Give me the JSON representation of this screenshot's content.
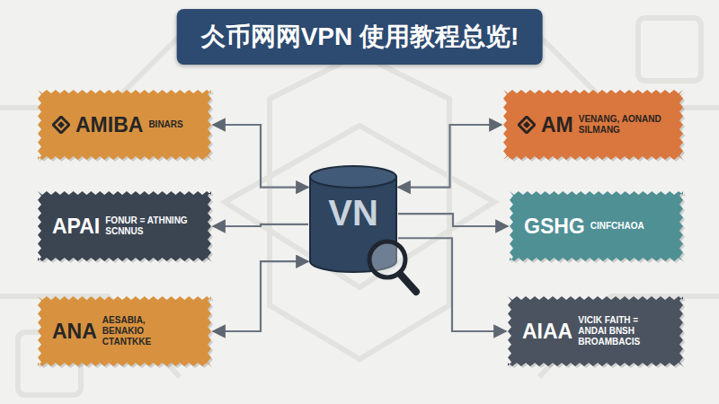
{
  "diagram": {
    "title": "仌币网网VPN 使用教程总览!",
    "nodes": [
      {
        "text": [
          "AMIBA",
          "BINARS"
        ]
      },
      {
        "text": [
          "AM",
          "VENANG, AONAND SILMANG"
        ]
      },
      {
        "text": [
          "APAI",
          "FONUR = ATHNING SCNNUS"
        ]
      },
      {
        "text": [
          "VN"
        ]
      },
      {
        "text": [
          "GSHG",
          "CINFCHAOA"
        ]
      },
      {
        "text": [
          "ANA",
          "AESABIA, BENAKIO CTANTKKE"
        ]
      },
      {
        "text": [
          "AIAA",
          "VICIK FAITH = ANDAI BNSH BROAMBACIS"
        ]
      }
    ],
    "edges": [
      {
        "from": 0,
        "to": 3,
        "arrow": "both"
      },
      {
        "from": 3,
        "to": 2,
        "arrow": "to"
      },
      {
        "from": 5,
        "to": 3,
        "arrow": "both"
      },
      {
        "from": 1,
        "to": 3,
        "arrow": "both"
      },
      {
        "from": 3,
        "to": 4,
        "arrow": "to"
      },
      {
        "from": 3,
        "to": 6,
        "arrow": "to"
      }
    ]
  }
}
